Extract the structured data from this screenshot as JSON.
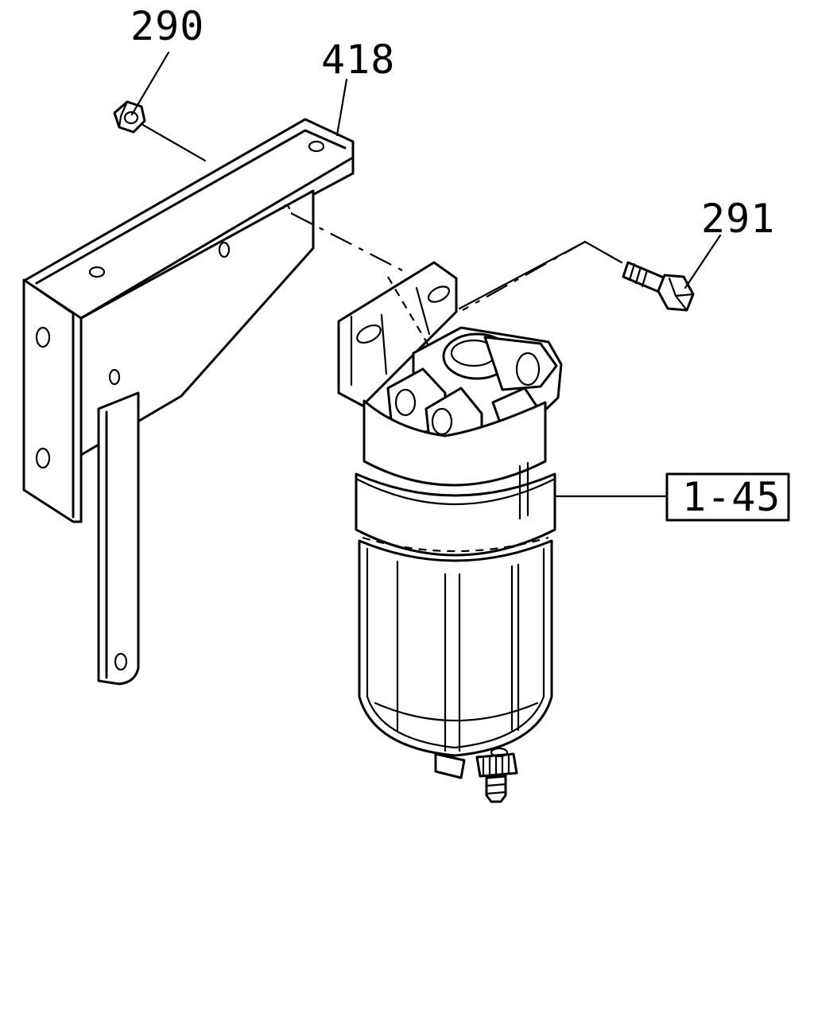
{
  "callouts": {
    "nut": "290",
    "bracket": "418",
    "bolt": "291",
    "filter_assembly": "1-45"
  }
}
